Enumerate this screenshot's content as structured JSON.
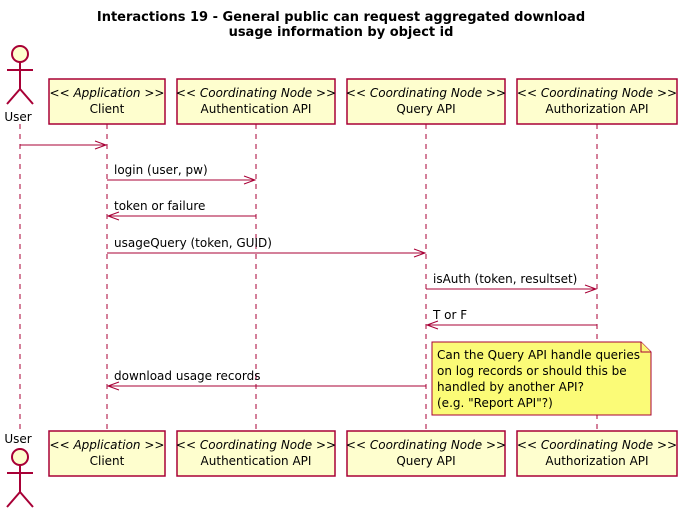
{
  "diagram": {
    "title_lines": [
      "Interactions 19 - General public can request aggregated download",
      "usage information by object id"
    ],
    "actor": {
      "label": "User"
    },
    "participants": [
      {
        "id": "client",
        "stereotype": "<< Application >>",
        "name": "Client"
      },
      {
        "id": "auth",
        "stereotype": "<< Coordinating Node >>",
        "name": "Authentication API"
      },
      {
        "id": "query",
        "stereotype": "<< Coordinating Node >>",
        "name": "Query API"
      },
      {
        "id": "authz",
        "stereotype": "<< Coordinating Node >>",
        "name": "Authorization API"
      }
    ],
    "messages": [
      {
        "from": "user",
        "to": "client",
        "label": "",
        "style": "solid"
      },
      {
        "from": "client",
        "to": "auth",
        "label": "login (user, pw)",
        "style": "solid"
      },
      {
        "from": "auth",
        "to": "client",
        "label": "token or failure",
        "style": "solid"
      },
      {
        "from": "client",
        "to": "query",
        "label": "usageQuery (token, GUID)",
        "style": "solid"
      },
      {
        "from": "query",
        "to": "authz",
        "label": "isAuth (token, resultset)",
        "style": "solid"
      },
      {
        "from": "authz",
        "to": "query",
        "label": "T or F",
        "style": "solid"
      },
      {
        "from": "query",
        "to": "client",
        "label": "download usage records",
        "style": "solid"
      }
    ],
    "note": {
      "lines": [
        "Can the Query API handle queries",
        "on log records or should this be",
        "handled by another API?",
        "(e.g. \"Report API\"?)"
      ]
    },
    "colors": {
      "line": "#A80036",
      "participant_fill": "#FEFECE",
      "note_fill": "#FBFB77",
      "note_border": "#A80036"
    }
  }
}
